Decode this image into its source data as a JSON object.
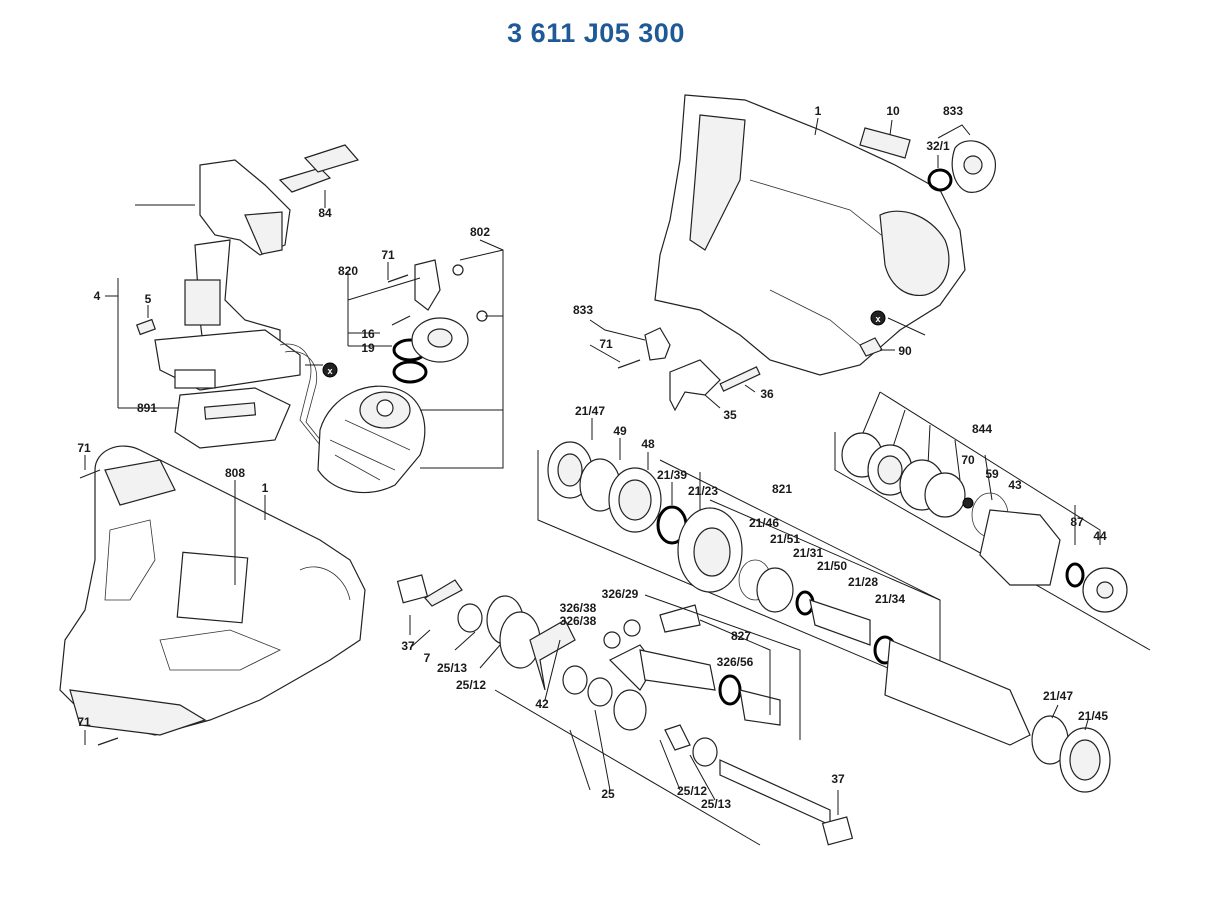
{
  "title": "3 611 J05 300",
  "colors": {
    "title": "#1f5a96",
    "ink": "#1a1a1a"
  },
  "icons": {
    "marker": "x-circle-icon"
  },
  "marker_glyph": "x",
  "labels": {
    "l_84": "84",
    "l_4": "4",
    "l_5": "5",
    "l_891": "891",
    "l_71_motor": "71",
    "l_802": "802",
    "l_820": "820",
    "l_16": "16",
    "l_19": "19",
    "l_71_a": "71",
    "l_808": "808",
    "l_1_a": "1",
    "l_71_b": "71",
    "l_1_b": "1",
    "l_10": "10",
    "l_833_a": "833",
    "l_32_1": "32/1",
    "l_833_b": "833",
    "l_71_c": "71",
    "l_36": "36",
    "l_35": "35",
    "l_90": "90",
    "l_21_47_a": "21/47",
    "l_49": "49",
    "l_48": "48",
    "l_21_39": "21/39",
    "l_21_23": "21/23",
    "l_821": "821",
    "l_21_46": "21/46",
    "l_21_51": "21/51",
    "l_21_31": "21/31",
    "l_21_50": "21/50",
    "l_21_28": "21/28",
    "l_21_34": "21/34",
    "l_844": "844",
    "l_70": "70",
    "l_59": "59",
    "l_43": "43",
    "l_87": "87",
    "l_44": "44",
    "l_21_47_b": "21/47",
    "l_21_45": "21/45",
    "l_37_a": "37",
    "l_7": "7",
    "l_25_13_a": "25/13",
    "l_25_12_a": "25/12",
    "l_326_29": "326/29",
    "l_326_38_a": "326/38",
    "l_326_38_b": "326/38",
    "l_827": "827",
    "l_326_56": "326/56",
    "l_42": "42",
    "l_25": "25",
    "l_25_12_b": "25/12",
    "l_25_13_b": "25/13",
    "l_37_b": "37"
  }
}
